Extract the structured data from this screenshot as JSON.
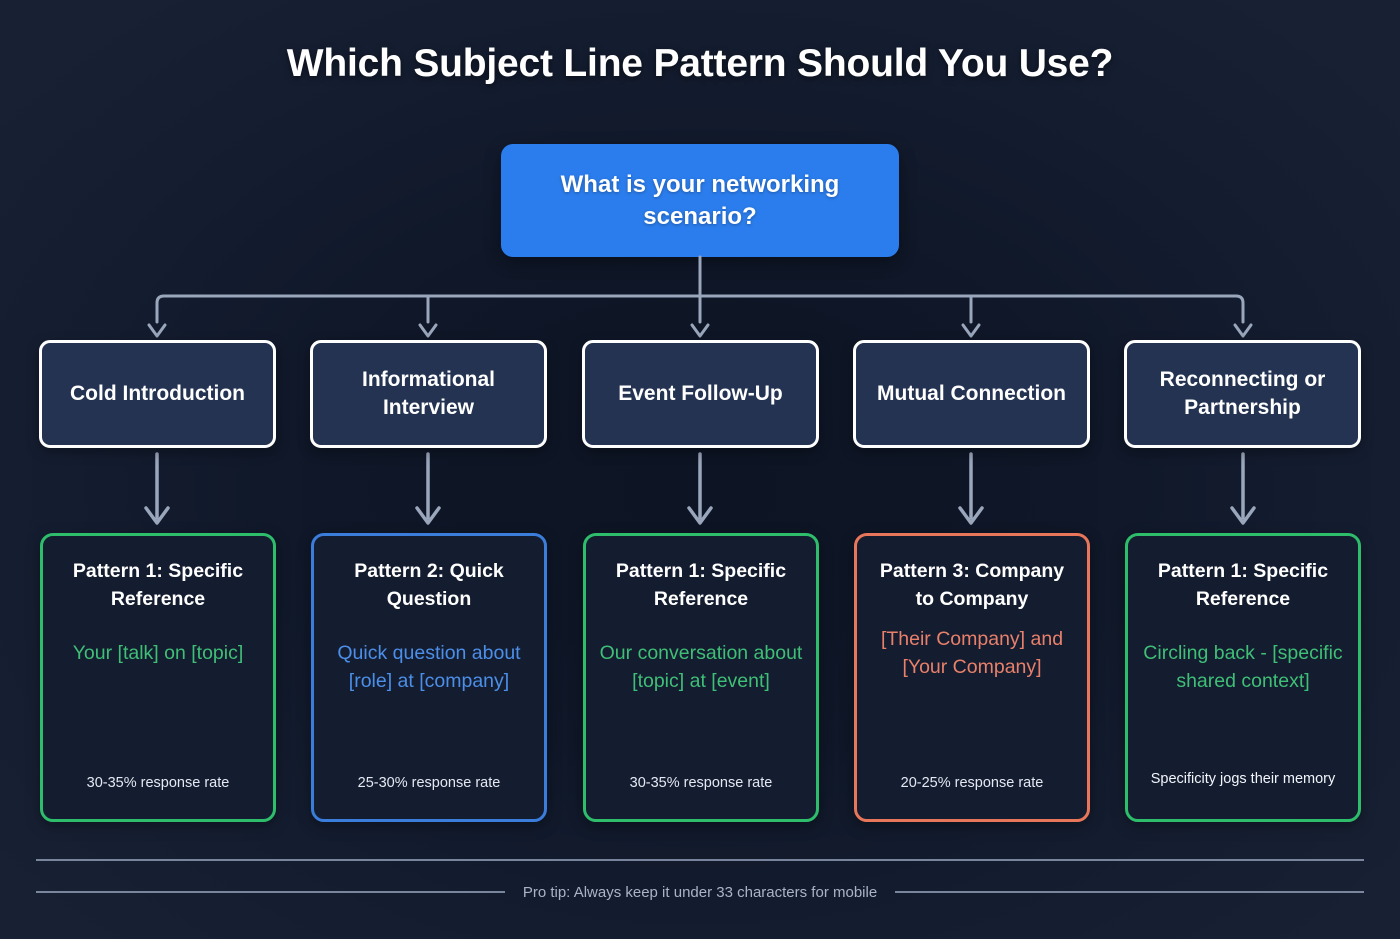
{
  "page": {
    "title": "Which Subject Line Pattern Should You Use?",
    "background_dark": "#0d1423",
    "background_edge": "#182134"
  },
  "root": {
    "label": "What is your networking scenario?",
    "color": "#2b7ded"
  },
  "categories": [
    {
      "label": "Cold Introduction"
    },
    {
      "label": "Informational Interview"
    },
    {
      "label": "Event Follow-Up"
    },
    {
      "label": "Mutual Connection"
    },
    {
      "label": "Reconnecting or Partnership"
    }
  ],
  "cards": [
    {
      "title": "Pattern 1: Specific Reference",
      "example": "Your [talk] on [topic]",
      "footer": "30-35% response rate",
      "accent": "#2ebd6b",
      "accent_name": "green"
    },
    {
      "title": "Pattern 2: Quick Question",
      "example": "Quick question about [role] at [company]",
      "footer": "25-30% response rate",
      "accent": "#3a7ddb",
      "accent_name": "blue"
    },
    {
      "title": "Pattern 1: Specific Reference",
      "example": "Our conversation about [topic] at [event]",
      "footer": "30-35% response rate",
      "accent": "#2ebd6b",
      "accent_name": "green"
    },
    {
      "title": "Pattern 3: Company to Company",
      "example": "[Their Company] and [Your Company]",
      "footer": "20-25% response rate",
      "accent": "#e8765a",
      "accent_name": "orange"
    },
    {
      "title": "Pattern 1: Specific Reference",
      "example": "Circling back - [specific shared context]",
      "footer": "Specificity jogs their memory",
      "accent": "#2ebd6b",
      "accent_name": "green"
    }
  ],
  "footer": {
    "tip": "Pro tip: Always keep it under 33 characters for mobile"
  }
}
